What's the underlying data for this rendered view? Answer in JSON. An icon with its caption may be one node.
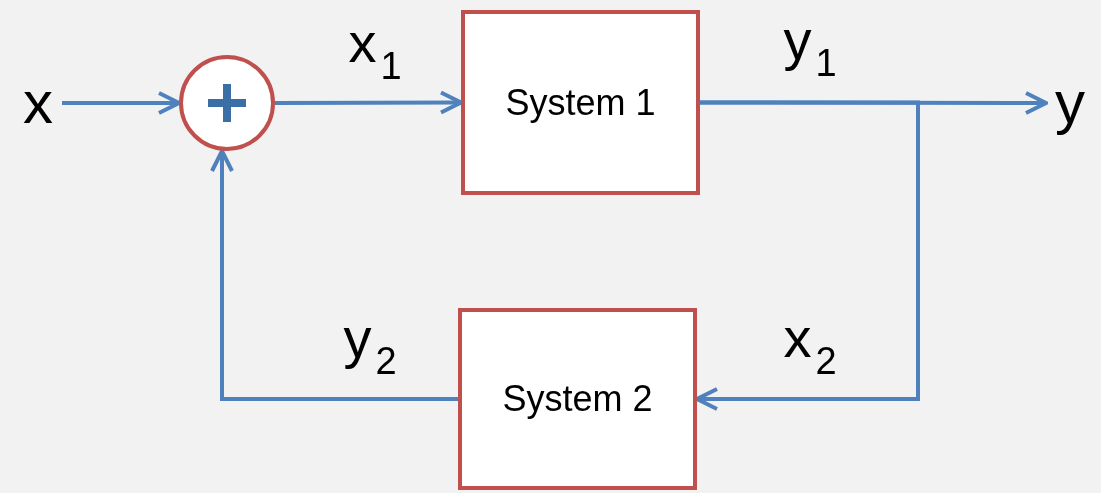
{
  "diagram": {
    "nodes": [
      {
        "text": [
          "x"
        ]
      },
      {
        "text": [],
        "shape": "circle"
      },
      {
        "text": [
          "System 1"
        ]
      },
      {
        "text": [
          "System 2"
        ]
      },
      {
        "text": [
          "y"
        ]
      }
    ],
    "edges": [
      {
        "from": 0,
        "to": 1,
        "arrow": "to"
      },
      {
        "from": 1,
        "to": 2,
        "arrow": "to",
        "label": "x$_{1}$"
      },
      {
        "from": 2,
        "to": 4,
        "arrow": "to",
        "label": "y$_{1}$"
      },
      {
        "from": 2,
        "to": 3,
        "arrow": "to",
        "label": "x$_{2}$"
      },
      {
        "from": 3,
        "to": 1,
        "arrow": "to",
        "label": "y$_{2}$"
      }
    ]
  }
}
